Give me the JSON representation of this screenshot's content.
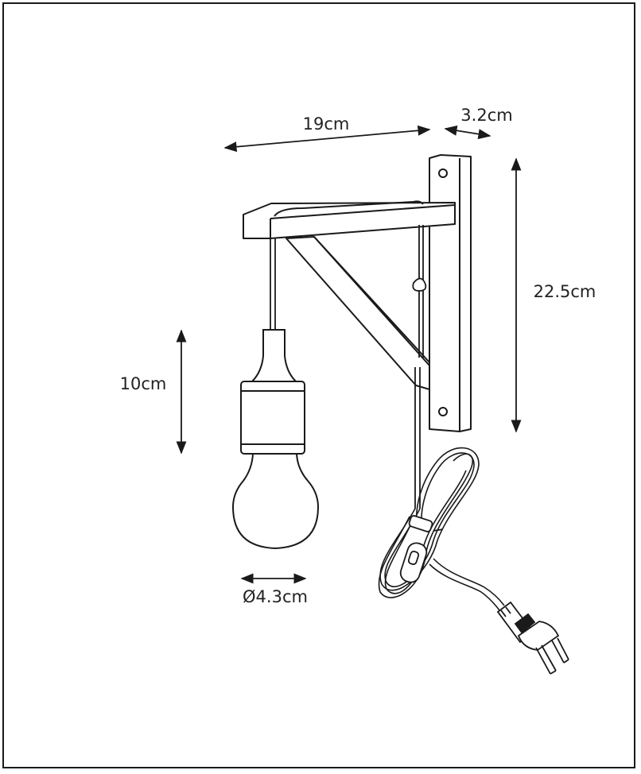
{
  "dimensions": {
    "width_label": "19cm",
    "depth_label": "3.2cm",
    "height_label": "22.5cm",
    "lamp_height_label": "10cm",
    "diameter_label": "Ø4.3cm"
  },
  "colors": {
    "line": "#1a1a1a",
    "background": "#ffffff"
  }
}
